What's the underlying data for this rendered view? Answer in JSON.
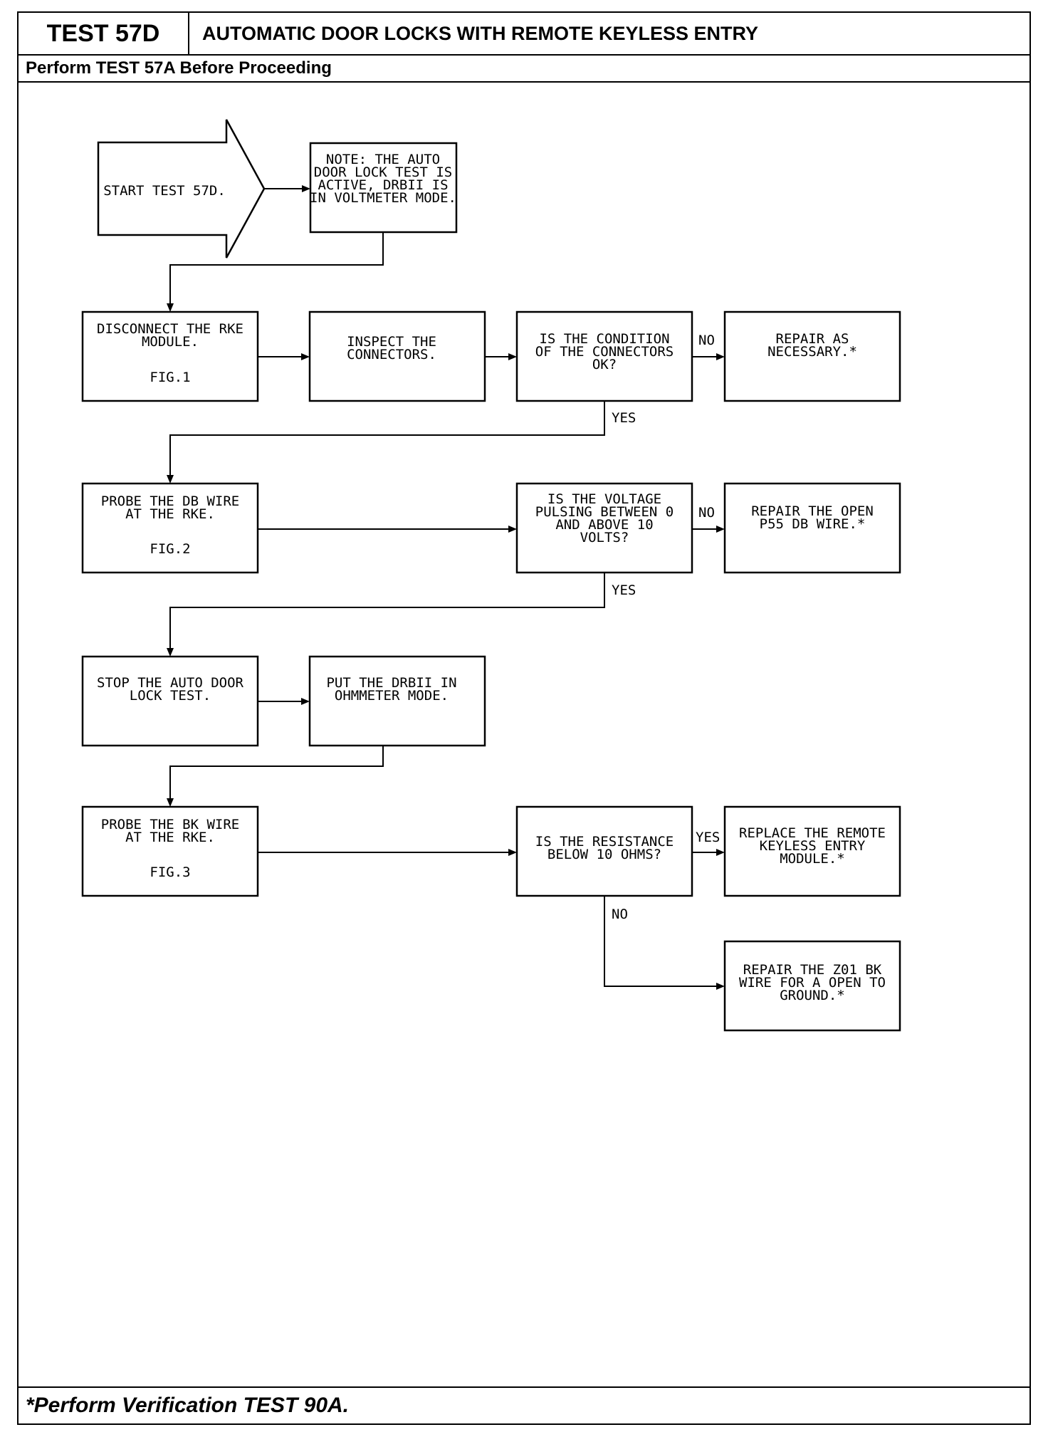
{
  "header": {
    "test_id": "TEST 57D",
    "title": "AUTOMATIC DOOR LOCKS WITH REMOTE KEYLESS ENTRY",
    "prerequisite": "Perform TEST 57A Before Proceeding"
  },
  "footer": {
    "note": "*Perform Verification TEST 90A."
  },
  "flow": {
    "start": "START TEST 57D.",
    "note": [
      "NOTE: THE AUTO",
      "DOOR LOCK TEST IS",
      "ACTIVE, DRBII IS",
      "IN VOLTMETER MODE."
    ],
    "disconnect": [
      "DISCONNECT THE RKE",
      "MODULE.",
      "FIG.1"
    ],
    "inspect": [
      "INSPECT THE",
      "CONNECTORS."
    ],
    "q_connectors": [
      "IS THE CONDITION",
      "OF THE CONNECTORS",
      "OK?"
    ],
    "repair_connectors": [
      "REPAIR AS",
      "NECESSARY.*"
    ],
    "probe_db": [
      "PROBE THE DB WIRE",
      "AT THE RKE.",
      "FIG.2"
    ],
    "q_voltage": [
      "IS THE VOLTAGE",
      "PULSING BETWEEN 0",
      "AND ABOVE 10",
      "VOLTS?"
    ],
    "repair_db": [
      "REPAIR THE OPEN",
      "P55 DB WIRE.*"
    ],
    "stop_test": [
      "STOP THE AUTO DOOR",
      "LOCK TEST."
    ],
    "ohmmeter": [
      "PUT THE DRBII IN",
      "OHMMETER MODE."
    ],
    "probe_bk": [
      "PROBE THE BK WIRE",
      "AT THE RKE.",
      "FIG.3"
    ],
    "q_resistance": [
      "IS THE RESISTANCE",
      "BELOW 10 OHMS?"
    ],
    "replace_rke": [
      "REPLACE THE REMOTE",
      "KEYLESS ENTRY",
      "MODULE.*"
    ],
    "repair_bk": [
      "REPAIR THE Z01 BK",
      "WIRE FOR A OPEN TO",
      "GROUND.*"
    ],
    "labels": {
      "no_1": "NO",
      "yes_1": "YES",
      "no_2": "NO",
      "yes_2": "YES",
      "yes_3": "YES",
      "no_3": "NO"
    }
  }
}
